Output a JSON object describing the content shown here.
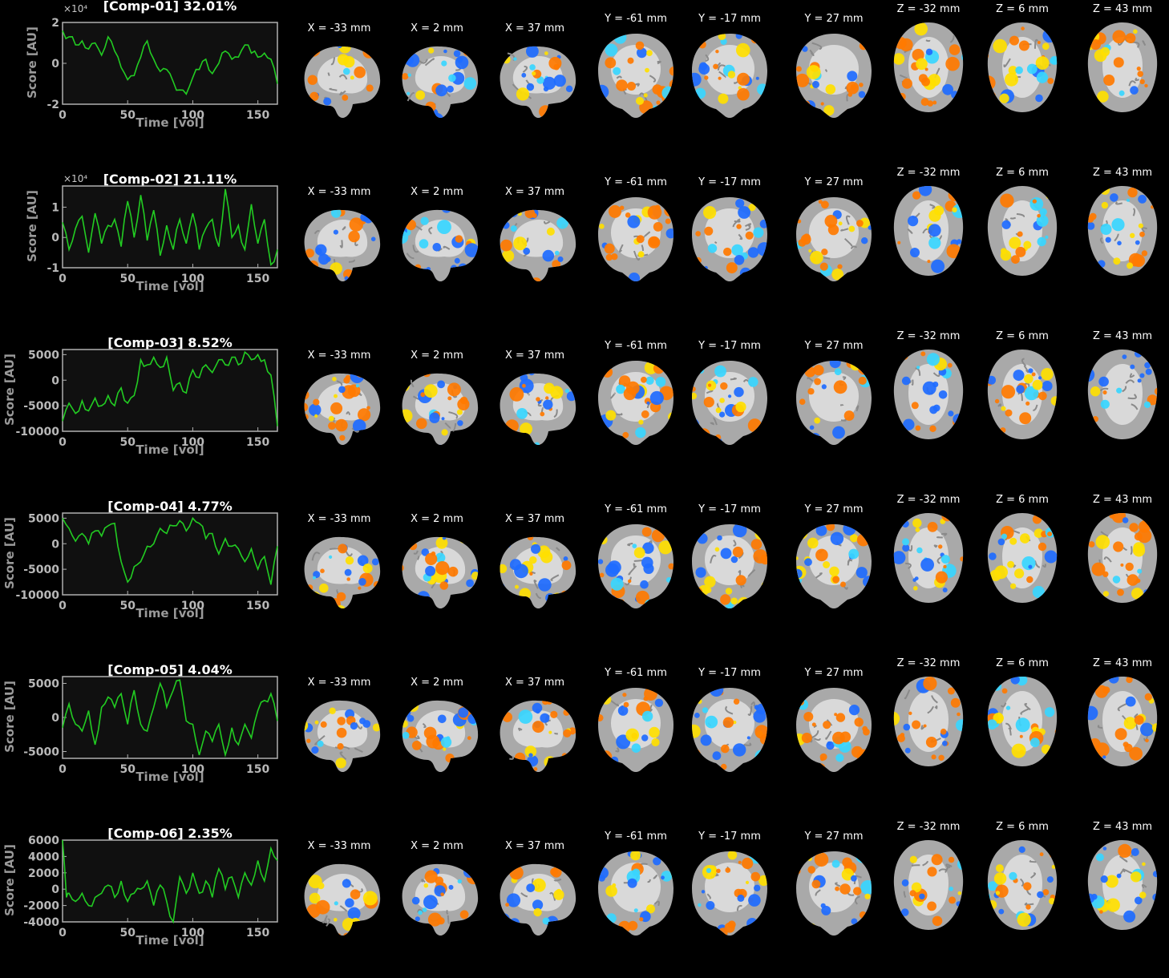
{
  "axes": {
    "xlabel": "Time [vol]",
    "ylabel": "Score [AU]",
    "x_ticks": [
      "0",
      "50",
      "100",
      "150"
    ],
    "exponent": "×10⁴"
  },
  "slice_labels": [
    "X = -33 mm",
    "X = 2 mm",
    "X = 37 mm",
    "Y = -61 mm",
    "Y = -17 mm",
    "Y = 27 mm",
    "Z = -32 mm",
    "Z = 6 mm",
    "Z = 43 mm"
  ],
  "slice_views": [
    "sagittal",
    "sagittal",
    "sagittal",
    "coronal",
    "coronal",
    "coronal",
    "axial",
    "axial",
    "axial"
  ],
  "colors": {
    "trace": "#22cc22",
    "positive": "#ff7a00",
    "positive_strong": "#ffe000",
    "negative": "#1e6bff",
    "negative_strong": "#38d6ff",
    "axis": "#b0b0b0",
    "plot_bg": "#101010"
  },
  "components": [
    {
      "title": "[Comp-01] 32.01%",
      "show_exponent": true,
      "yticks": [
        "2",
        "0",
        "-2"
      ],
      "ylim": [
        -2,
        2
      ]
    },
    {
      "title": "[Comp-02] 21.11%",
      "show_exponent": true,
      "yticks": [
        "1",
        "0",
        "-1"
      ],
      "ylim": [
        -1,
        1.7
      ]
    },
    {
      "title": "[Comp-03] 8.52%",
      "show_exponent": false,
      "yticks": [
        "5000",
        "0",
        "-5000",
        "-10000"
      ],
      "ylim": [
        -10000,
        6000
      ]
    },
    {
      "title": "[Comp-04] 4.77%",
      "show_exponent": false,
      "yticks": [
        "5000",
        "0",
        "-5000",
        "-10000"
      ],
      "ylim": [
        -10000,
        6000
      ]
    },
    {
      "title": "[Comp-05] 4.04%",
      "show_exponent": false,
      "yticks": [
        "5000",
        "0",
        "-5000"
      ],
      "ylim": [
        -6000,
        6000
      ]
    },
    {
      "title": "[Comp-06] 2.35%",
      "show_exponent": false,
      "yticks": [
        "6000",
        "4000",
        "2000",
        "0",
        "-2000",
        "-4000"
      ],
      "ylim": [
        -4000,
        6000
      ]
    }
  ],
  "chart_data": [
    {
      "type": "line",
      "title": "[Comp-01] 32.01%",
      "xlabel": "Time [vol]",
      "ylabel": "Score [AU]",
      "xlim": [
        0,
        165
      ],
      "ylim": [
        -2,
        2
      ],
      "y_scale_note": "×10⁴",
      "x": [
        0,
        5,
        10,
        15,
        20,
        25,
        30,
        35,
        40,
        45,
        50,
        55,
        60,
        65,
        70,
        75,
        80,
        85,
        90,
        95,
        100,
        105,
        110,
        115,
        120,
        125,
        130,
        135,
        140,
        145,
        150,
        155,
        160,
        165
      ],
      "series": [
        {
          "values": [
            1.6,
            1.3,
            0.9,
            1.1,
            0.7,
            1.0,
            0.4,
            1.3,
            0.6,
            -0.2,
            -0.8,
            -0.6,
            0.3,
            1.1,
            0.2,
            -0.4,
            -0.3,
            -0.9,
            -1.3,
            -1.5,
            -0.7,
            -0.3,
            0.2,
            -0.5,
            0.0,
            0.6,
            0.2,
            0.3,
            0.9,
            0.5,
            0.3,
            0.5,
            0.2,
            -1.0
          ]
        }
      ]
    },
    {
      "type": "line",
      "title": "[Comp-02] 21.11%",
      "xlabel": "Time [vol]",
      "ylabel": "Score [AU]",
      "xlim": [
        0,
        165
      ],
      "ylim": [
        -1,
        1.7
      ],
      "y_scale_note": "×10⁴",
      "x": [
        0,
        5,
        10,
        15,
        20,
        25,
        30,
        35,
        40,
        45,
        50,
        55,
        60,
        65,
        70,
        75,
        80,
        85,
        90,
        95,
        100,
        105,
        110,
        115,
        120,
        125,
        130,
        135,
        140,
        145,
        150,
        155,
        160,
        165
      ],
      "series": [
        {
          "values": [
            0.5,
            -0.4,
            0.3,
            0.7,
            -0.5,
            0.8,
            -0.2,
            0.4,
            0.6,
            -0.3,
            1.2,
            0.0,
            1.4,
            -0.1,
            0.9,
            -0.6,
            0.4,
            -0.4,
            0.6,
            -0.2,
            0.8,
            -0.4,
            0.3,
            0.6,
            -0.3,
            1.6,
            0.0,
            0.4,
            -0.4,
            1.1,
            -0.2,
            0.6,
            -0.9,
            -0.4
          ]
        }
      ]
    },
    {
      "type": "line",
      "title": "[Comp-03] 8.52%",
      "xlabel": "Time [vol]",
      "ylabel": "Score [AU]",
      "xlim": [
        0,
        165
      ],
      "ylim": [
        -10000,
        6000
      ],
      "x": [
        0,
        5,
        10,
        15,
        20,
        25,
        30,
        35,
        40,
        45,
        50,
        55,
        60,
        65,
        70,
        75,
        80,
        85,
        90,
        95,
        100,
        105,
        110,
        115,
        120,
        125,
        130,
        135,
        140,
        145,
        150,
        155,
        160,
        165
      ],
      "series": [
        {
          "values": [
            -8000,
            -4500,
            -6500,
            -4000,
            -6000,
            -3500,
            -5000,
            -3000,
            -5000,
            -1500,
            -4500,
            -3000,
            4000,
            3000,
            4500,
            2500,
            4500,
            -2000,
            -500,
            -2500,
            2000,
            500,
            3000,
            1500,
            4000,
            3000,
            4500,
            3000,
            5500,
            4000,
            5000,
            4000,
            1000,
            -9000
          ]
        }
      ]
    },
    {
      "type": "line",
      "title": "[Comp-04] 4.77%",
      "xlabel": "Time [vol]",
      "ylabel": "Score [AU]",
      "xlim": [
        0,
        165
      ],
      "ylim": [
        -10000,
        6000
      ],
      "x": [
        0,
        5,
        10,
        15,
        20,
        25,
        30,
        35,
        40,
        45,
        50,
        55,
        60,
        65,
        70,
        75,
        80,
        85,
        90,
        95,
        100,
        105,
        110,
        115,
        120,
        125,
        130,
        135,
        140,
        145,
        150,
        155,
        160,
        165
      ],
      "series": [
        {
          "values": [
            5000,
            3000,
            500,
            2000,
            0,
            2500,
            1500,
            3500,
            4000,
            -3500,
            -7500,
            -4500,
            -3500,
            -500,
            0,
            3000,
            2000,
            3500,
            4500,
            2500,
            5000,
            4000,
            1000,
            2000,
            -2000,
            1000,
            -500,
            -1000,
            -3500,
            -1000,
            -5000,
            -2500,
            -8000,
            -500
          ]
        }
      ]
    },
    {
      "type": "line",
      "title": "[Comp-05] 4.04%",
      "xlabel": "Time [vol]",
      "ylabel": "Score [AU]",
      "xlim": [
        0,
        165
      ],
      "ylim": [
        -6000,
        6000
      ],
      "x": [
        0,
        5,
        10,
        15,
        20,
        25,
        30,
        35,
        40,
        45,
        50,
        55,
        60,
        65,
        70,
        75,
        80,
        85,
        90,
        95,
        100,
        105,
        110,
        115,
        120,
        125,
        130,
        135,
        140,
        145,
        150,
        155,
        160,
        165
      ],
      "series": [
        {
          "values": [
            -1500,
            2000,
            -1000,
            -2000,
            1000,
            -4000,
            1500,
            3000,
            1500,
            3500,
            -1000,
            4000,
            -1000,
            -2000,
            1500,
            5000,
            1500,
            4000,
            5500,
            -500,
            -1000,
            -5500,
            -2000,
            -3500,
            -1000,
            -5500,
            -1500,
            -4000,
            -1000,
            -3000,
            1000,
            2500,
            3500,
            -500
          ]
        }
      ]
    },
    {
      "type": "line",
      "title": "[Comp-06] 2.35%",
      "xlabel": "Time [vol]",
      "ylabel": "Score [AU]",
      "xlim": [
        0,
        165
      ],
      "ylim": [
        -4000,
        6000
      ],
      "x": [
        0,
        3,
        5,
        10,
        15,
        20,
        25,
        30,
        35,
        40,
        45,
        50,
        55,
        60,
        65,
        70,
        75,
        80,
        85,
        90,
        95,
        100,
        105,
        110,
        115,
        120,
        125,
        130,
        135,
        140,
        145,
        150,
        155,
        160,
        165
      ],
      "series": [
        {
          "values": [
            6000,
            -1000,
            -500,
            -1500,
            -500,
            -2000,
            -1000,
            -500,
            500,
            -1000,
            1000,
            -1500,
            -500,
            0,
            1000,
            -2000,
            500,
            -1500,
            -4000,
            1500,
            -500,
            2000,
            -500,
            1000,
            -1000,
            2500,
            0,
            1500,
            -1000,
            2000,
            500,
            3500,
            1000,
            5000,
            3500
          ]
        }
      ]
    }
  ]
}
